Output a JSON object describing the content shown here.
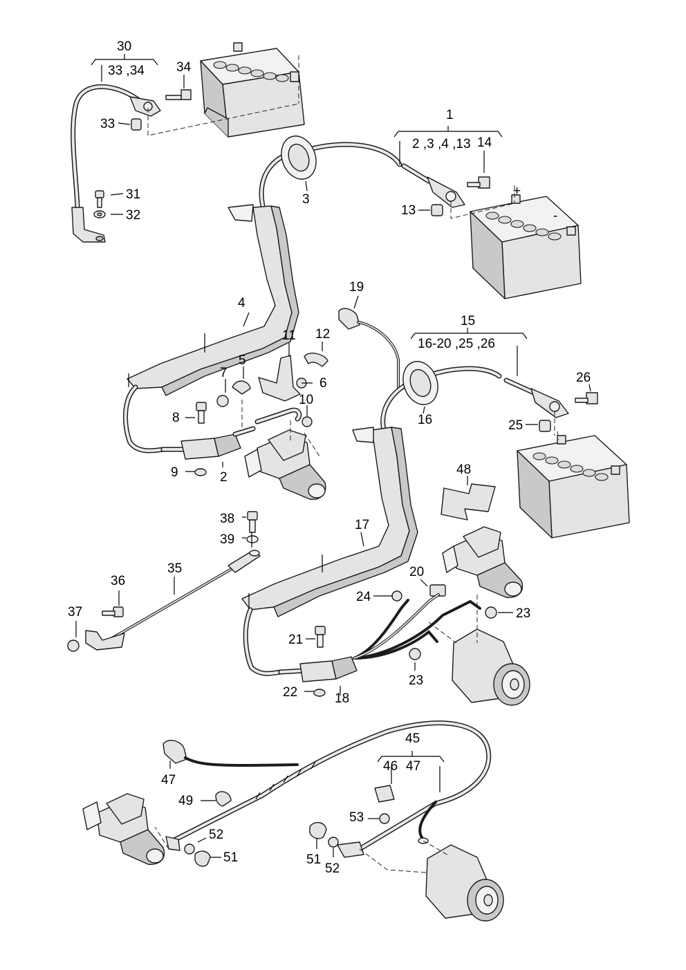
{
  "diagram": {
    "callouts": {
      "c30": "30",
      "c30sub": "33 ,34",
      "c34": "34",
      "c33": "33",
      "c31": "31",
      "c32": "32",
      "c1": "1",
      "c1sub": "2 ,3 ,4 ,13",
      "c14": "14",
      "c3": "3",
      "c13": "13",
      "c4": "4",
      "c19": "19",
      "c15": "15",
      "c15sub": "16-20 ,25 ,26",
      "c26": "26",
      "c25": "25",
      "c16": "16",
      "c11": "11",
      "c12": "12",
      "c5": "5",
      "c7": "7",
      "c6": "6",
      "c10": "10",
      "c8": "8",
      "c9": "9",
      "c2": "2",
      "c48": "48",
      "c17": "17",
      "c38": "38",
      "c39": "39",
      "c35": "35",
      "c36": "36",
      "c37": "37",
      "c20": "20",
      "c24": "24",
      "c23a": "23",
      "c21": "21",
      "c23b": "23",
      "c22": "22",
      "c18": "18",
      "c45": "45",
      "c46": "46",
      "c47a": "47",
      "c47b": "47",
      "c49": "49",
      "c53": "53",
      "c52a": "52",
      "c51a": "51",
      "c51b": "51",
      "c52b": "52"
    },
    "battery_polarity": {
      "plus": "+",
      "minus": "-"
    }
  }
}
